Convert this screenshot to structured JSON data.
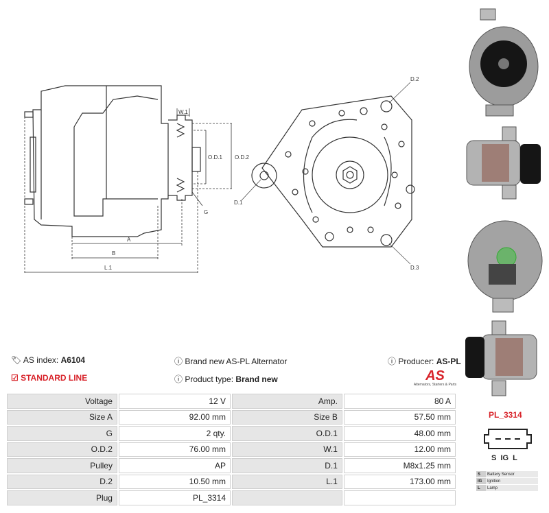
{
  "drawing_labels": {
    "w1": "W.1",
    "od1": "O.D.1",
    "od2": "O.D.2",
    "g": "G",
    "a": "A",
    "b": "B",
    "l1": "L.1",
    "d1": "D.1",
    "d2": "D.2",
    "d3": "D.3"
  },
  "info": {
    "as_index_label": "AS index:",
    "as_index_value": "A6104",
    "description": "Brand new AS-PL Alternator",
    "producer_label": "Producer:",
    "producer_value": "AS-PL",
    "standard_line": "STANDARD LINE",
    "product_type_label": "Product type:",
    "product_type_value": "Brand new",
    "logo_text": "AS",
    "logo_tagline": "Alternators, Starters & Parts"
  },
  "specs": [
    {
      "l1": "Voltage",
      "v1": "12 V",
      "l2": "Amp.",
      "v2": "80 A"
    },
    {
      "l1": "Size A",
      "v1": "92.00 mm",
      "l2": "Size B",
      "v2": "57.50 mm"
    },
    {
      "l1": "G",
      "v1": "2 qty.",
      "l2": "O.D.1",
      "v2": "48.00 mm"
    },
    {
      "l1": "O.D.2",
      "v1": "76.00 mm",
      "l2": "W.1",
      "v2": "12.00 mm"
    },
    {
      "l1": "Pulley",
      "v1": "AP",
      "l2": "D.1",
      "v2": "M8x1.25 mm"
    },
    {
      "l1": "D.2",
      "v1": "10.50 mm",
      "l2": "L.1",
      "v2": "173.00 mm"
    },
    {
      "l1": "Plug",
      "v1": "PL_3314",
      "l2": "",
      "v2": ""
    }
  ],
  "plug": {
    "title": "PL_3314",
    "pins": "S  IG  L",
    "legend": [
      {
        "key": "S",
        "value": "Battery Sensor"
      },
      {
        "key": "IG",
        "value": "Ignition"
      },
      {
        "key": "L",
        "value": "Lamp"
      }
    ]
  },
  "colors": {
    "accent": "#d8232a",
    "label_bg": "#e6e6e6",
    "line": "#333333"
  }
}
